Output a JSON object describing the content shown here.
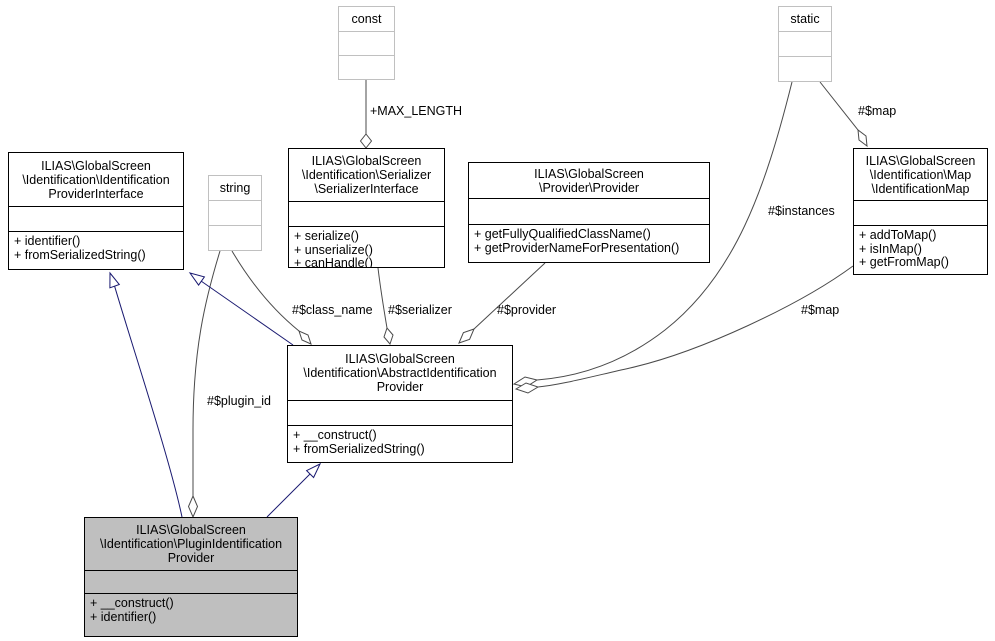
{
  "colors": {
    "highlight_fill": "#bfbfbf",
    "inheritance_edge": "#191970",
    "collaboration_edge": "#4a4a4a",
    "node_border": "#000000",
    "builtin_border": "#c0c0c0"
  },
  "nodes": {
    "const_box": {
      "title": "const"
    },
    "static_box": {
      "title": "static"
    },
    "string_box": {
      "title": "string"
    },
    "identification_provider_interface": {
      "title": "ILIAS\\GlobalScreen\n\\Identification\\Identification\nProviderInterface",
      "methods": [
        "+ identifier()",
        "+ fromSerializedString()"
      ]
    },
    "serializer_interface": {
      "title": "ILIAS\\GlobalScreen\n\\Identification\\Serializer\n\\SerializerInterface",
      "methods": [
        "+ serialize()",
        "+ unserialize()",
        "+ canHandle()"
      ]
    },
    "provider": {
      "title": "ILIAS\\GlobalScreen\n\\Provider\\Provider",
      "methods": [
        "+ getFullyQualifiedClassName()",
        "+ getProviderNameForPresentation()"
      ]
    },
    "identification_map": {
      "title": "ILIAS\\GlobalScreen\n\\Identification\\Map\n\\IdentificationMap",
      "methods": [
        "+ addToMap()",
        "+ isInMap()",
        "+ getFromMap()"
      ]
    },
    "abstract_identification_provider": {
      "title": "ILIAS\\GlobalScreen\n\\Identification\\AbstractIdentification\nProvider",
      "methods": [
        "+ __construct()",
        "+ fromSerializedString()"
      ]
    },
    "plugin_identification_provider": {
      "title": "ILIAS\\GlobalScreen\n\\Identification\\PluginIdentification\nProvider",
      "methods": [
        "+ __construct()",
        "+ identifier()"
      ]
    }
  },
  "edge_labels": {
    "max_length": "+MAX_LENGTH",
    "class_name": "#$class_name",
    "serializer": "#$serializer",
    "provider": "#$provider",
    "instances": "#$instances",
    "map_static": "#$map",
    "map_center": "#$map",
    "plugin_id": "#$plugin_id"
  }
}
